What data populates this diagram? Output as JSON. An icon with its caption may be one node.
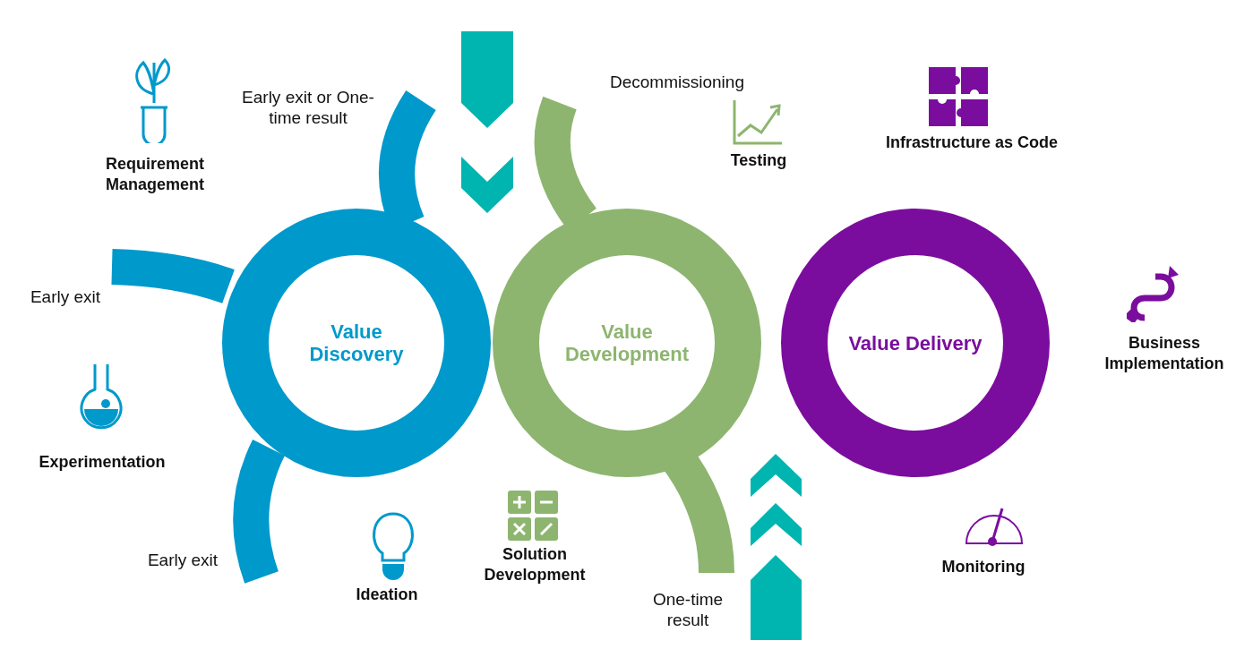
{
  "diagram": {
    "nodes": [
      {
        "text": [
          "Value Discovery"
        ]
      },
      {
        "text": [
          "Value Development"
        ]
      },
      {
        "text": [
          "Value Delivery"
        ]
      }
    ],
    "labels": [
      "Decommissioning",
      "Early exit or One-time result",
      "Infrastructure as Code",
      "Requirement Management",
      "Testing",
      "Early exit",
      "Business Implementation",
      "Experimentation",
      "Solution Development",
      "Monitoring",
      "Early exit",
      "Ideation",
      "One-time result"
    ]
  }
}
